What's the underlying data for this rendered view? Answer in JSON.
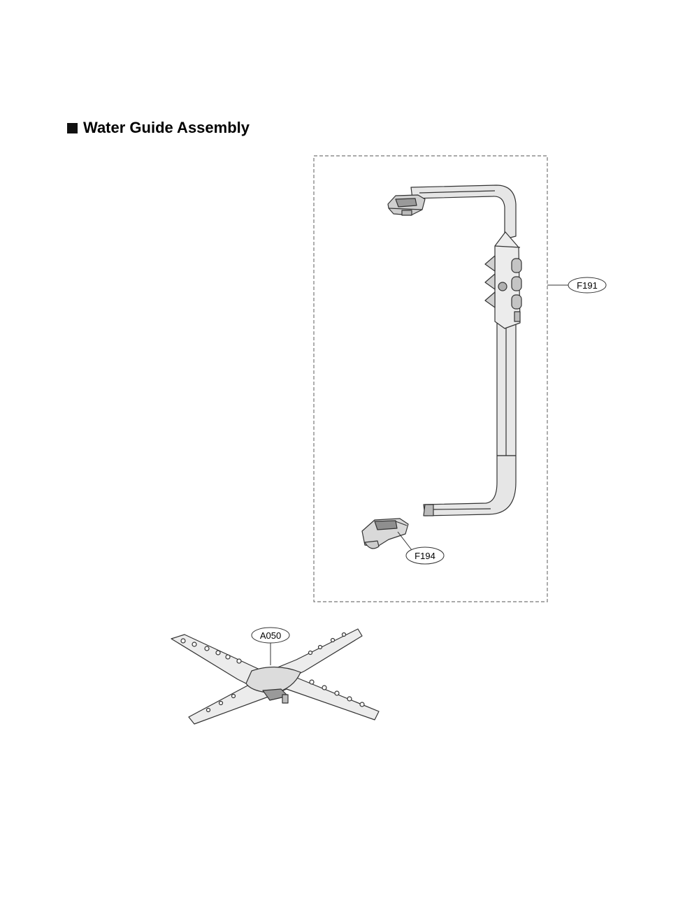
{
  "title": "Water Guide Assembly",
  "callouts": {
    "f191": "F191",
    "f194": "F194",
    "a050": "A050"
  },
  "colors": {
    "line": "#333333",
    "fill_light": "#e4e4e4",
    "fill_mid": "#bdbdbd",
    "frame": "#777777"
  }
}
